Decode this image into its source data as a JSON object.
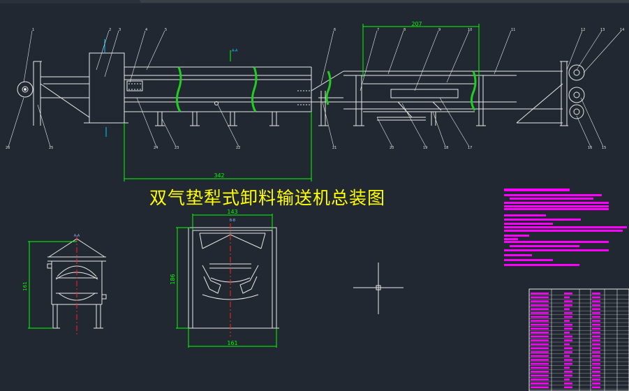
{
  "drawing": {
    "title": "双气垫犁式卸料输送机总装图",
    "dimensions": {
      "span_top": "207",
      "span_bottom": "342",
      "section_b_width_top": "143",
      "section_b_width_bottom": "161",
      "section_b_height": "186",
      "section_a_height": "161"
    },
    "section_labels": {
      "a_a_marker": "A-A",
      "a_a_view": "A-A",
      "b_b_view": "B-B"
    },
    "balloon_top": [
      "1",
      "2",
      "3",
      "4",
      "5",
      "6",
      "7",
      "8",
      "9",
      "10",
      "11",
      "12",
      "13",
      "14"
    ],
    "balloon_bottom": [
      "26",
      "25",
      "24",
      "23",
      "22",
      "21",
      "20",
      "19",
      "18",
      "17",
      "16",
      "15"
    ]
  },
  "colors": {
    "background": "#222831",
    "line_white": "#e8e8e8",
    "dim_green": "#00ff00",
    "belt_green": "#22cc22",
    "magenta": "#ff00ff",
    "title_yellow": "#ffff00",
    "center_red": "#ff2020",
    "cyan": "#00c8ff"
  }
}
